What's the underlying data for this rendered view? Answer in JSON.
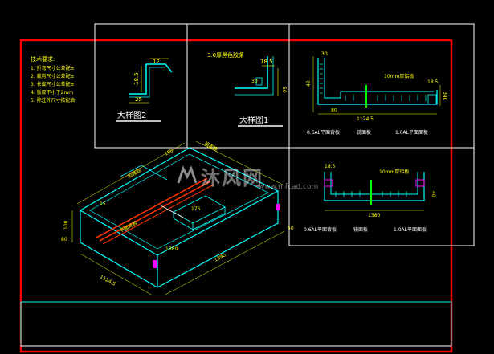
{
  "notes": {
    "title": "技术要求:",
    "items": [
      "1. 折弯尺寸公差配±",
      "2. 裁剪尺寸公差配±",
      "3. 长度尺寸公差配±",
      "4. 板厚不小于2mm",
      "5. 除注外尺寸按配合"
    ]
  },
  "detail2": {
    "label": "大样图2",
    "dims": [
      "12",
      "18.5",
      "25"
    ]
  },
  "detail1": {
    "label": "大样图1",
    "callout": "3.0厚黑色胶条",
    "dims": [
      "18.5",
      "30",
      "50"
    ]
  },
  "section_top": {
    "dims": [
      "30",
      "18.5",
      "10mm厚铝板",
      "40",
      "1124.5",
      "80",
      "340"
    ],
    "labels": [
      "0.6AL平面背板",
      "镜面板",
      "1.0AL平面面板"
    ]
  },
  "section_bottom": {
    "dims": [
      "18.5",
      "10mm厚铝板",
      "40",
      "1380"
    ],
    "labels": [
      "0.6AL平面背板",
      "镜面板",
      "1.0AL平面面板"
    ]
  },
  "iso": {
    "dims": [
      "1380",
      "100",
      "1124.5",
      "80",
      "150",
      "175",
      "1390",
      "15",
      "50"
    ],
    "labels": [
      "镜面板",
      "加强筋",
      "平面背板"
    ]
  },
  "watermark": {
    "text": "沐风网",
    "url": "www.mfcad.com"
  },
  "colors": {
    "background": "#000000",
    "frame": "#ff0000",
    "border": "#ffffff",
    "geometry": "#00ffff",
    "dimension": "#ffff00",
    "accent": "#ff00ff",
    "highlight": "#ff3300"
  }
}
